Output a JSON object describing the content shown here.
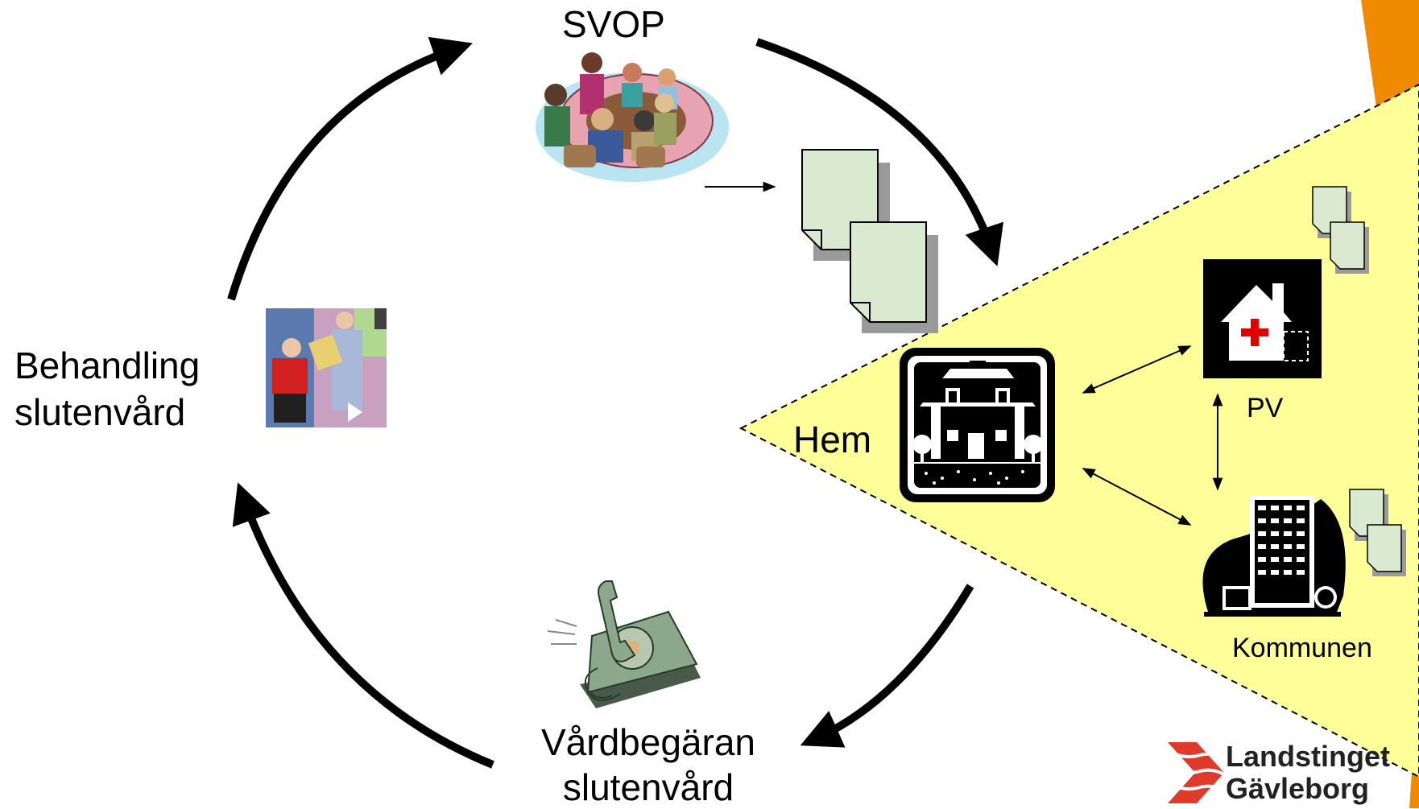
{
  "labels": {
    "svop": "SVOP",
    "behandling": "Behandling",
    "slutenvard_1": "slutenvård",
    "hem": "Hem",
    "pv": "PV",
    "kommunen": "Kommunen",
    "vardbegaran": "Vårdbegäran",
    "slutenvard_2": "slutenvård"
  },
  "logo": {
    "line1": "Landstinget",
    "line2": "Gävleborg"
  },
  "icons": {
    "meeting": "meeting-clipart-icon",
    "documents": "document-stack-icon",
    "nurse_patient": "nurse-patient-clipart-icon",
    "home": "house-icon",
    "health_center": "health-center-icon",
    "municipality": "apartment-building-icon",
    "telephone": "telephone-clipart-icon",
    "logo": "landstinget-logo-icon"
  },
  "colors": {
    "wedge": "#ffff99",
    "document": "#d9ead0",
    "orange_accent": "#f08a00",
    "logo_red": "#e03a2a"
  }
}
